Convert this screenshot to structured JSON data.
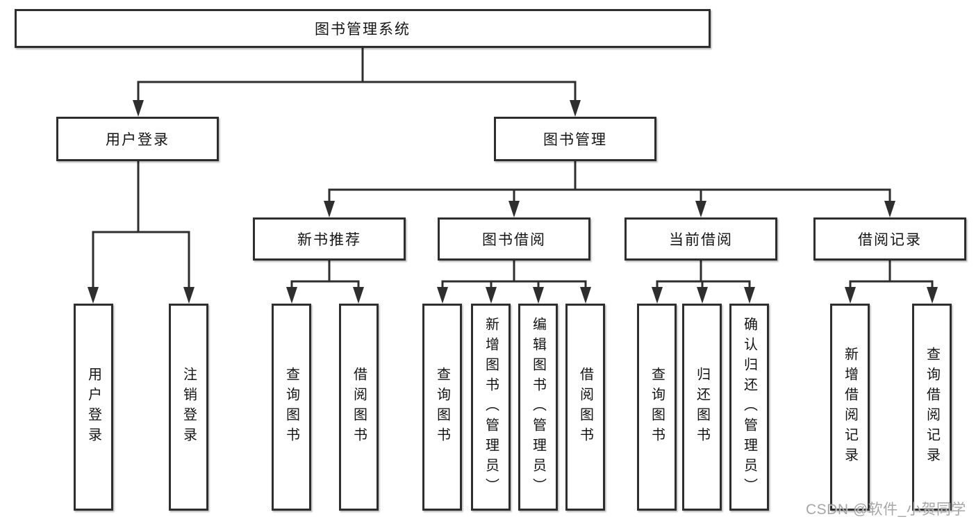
{
  "diagram": {
    "root": {
      "label": "图书管理系统"
    },
    "branches": [
      {
        "label": "用户登录",
        "children": [
          {
            "label": "用户登录"
          },
          {
            "label": "注销登录"
          }
        ]
      },
      {
        "label": "图书管理",
        "sections": [
          {
            "label": "新书推荐",
            "children": [
              {
                "label": "查询图书"
              },
              {
                "label": "借阅图书"
              }
            ]
          },
          {
            "label": "图书借阅",
            "children": [
              {
                "label": "查询图书"
              },
              {
                "label": "新增图书（管理员）"
              },
              {
                "label": "编辑图书（管理员）"
              },
              {
                "label": "借阅图书"
              }
            ]
          },
          {
            "label": "当前借阅",
            "children": [
              {
                "label": "查询图书"
              },
              {
                "label": "归还图书"
              },
              {
                "label": "确认归还（管理员）"
              }
            ]
          },
          {
            "label": "借阅记录",
            "children": [
              {
                "label": "新增借阅记录"
              },
              {
                "label": "查询借阅记录"
              }
            ]
          }
        ]
      }
    ]
  },
  "colors": {
    "line": "#2e2e2e",
    "text": "#141414",
    "watermark": "#9e9e9e"
  },
  "watermark": {
    "text": "CSDN @软件_小贺同学"
  }
}
